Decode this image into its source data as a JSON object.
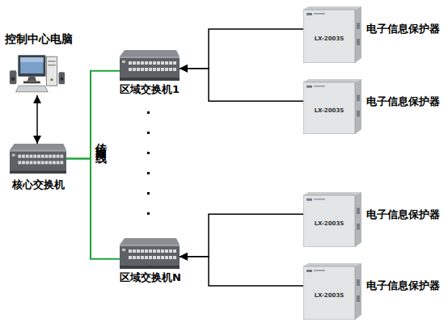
{
  "diagram": {
    "nodes": [
      {
        "text": [
          "控制中心电脑"
        ]
      },
      {
        "text": [
          "核心交换机"
        ]
      },
      {
        "text": [
          "区域交换机1"
        ]
      },
      {
        "text": [
          "LX-2003S",
          "电子信息保护器"
        ]
      },
      {
        "text": [
          "LX-2003S",
          "电子信息保护器"
        ]
      },
      {
        "text": [
          "区域交换机N"
        ]
      },
      {
        "text": [
          "LX-2003S",
          "电子信息保护器"
        ]
      },
      {
        "text": [
          "LX-2003S",
          "电子信息保护器"
        ]
      }
    ],
    "edges": [
      {
        "from": 0,
        "to": 1,
        "arrow": "both"
      },
      {
        "from": 1,
        "to": 2,
        "arrow": "none"
      },
      {
        "from": 1,
        "to": 5,
        "arrow": "none"
      },
      {
        "from": 3,
        "to": 2,
        "arrow": "to"
      },
      {
        "from": 4,
        "to": 2,
        "arrow": "to"
      },
      {
        "from": 6,
        "to": 5,
        "arrow": "to"
      },
      {
        "from": 7,
        "to": 5,
        "arrow": "to"
      }
    ],
    "labels": [
      "传输网线"
    ]
  }
}
